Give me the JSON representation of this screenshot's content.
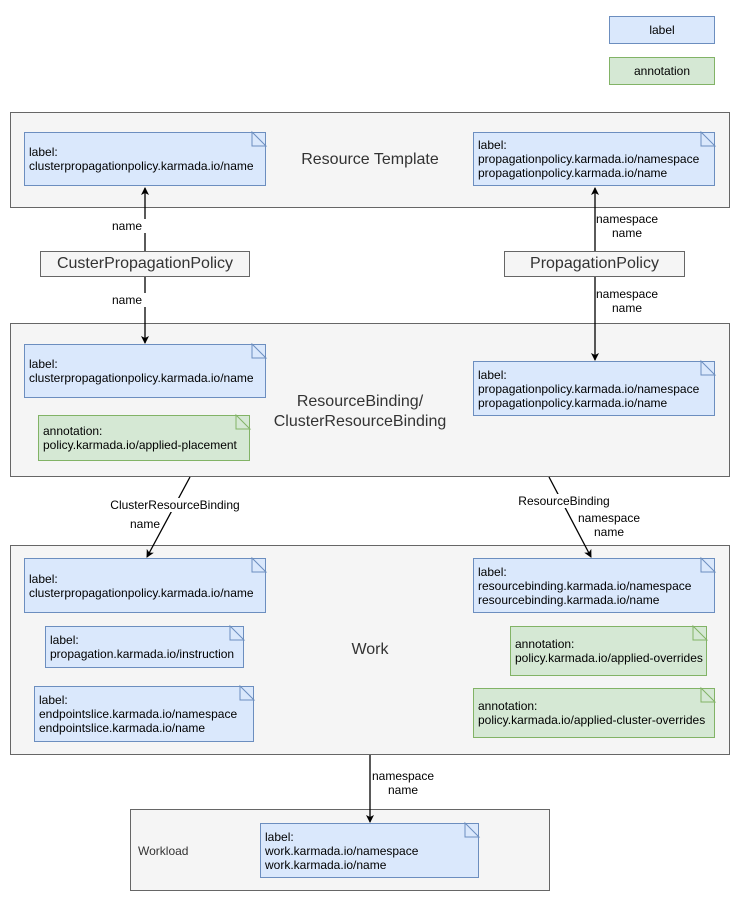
{
  "legend": {
    "label": "label",
    "annotation": "annotation"
  },
  "resource_template": {
    "title": "Resource Template",
    "left_note": {
      "line1": "label:",
      "line2": "clusterpropagationpolicy.karmada.io/name"
    },
    "right_note": {
      "line1": "label:",
      "line2": "propagationpolicy.karmada.io/namespace",
      "line3": "propagationpolicy.karmada.io/name"
    }
  },
  "policies": {
    "cluster": "CusterPropagationPolicy",
    "namespaced": "PropagationPolicy"
  },
  "edges": {
    "cpp_up": "name",
    "cpp_down": "name",
    "pp_up_1": "namespace",
    "pp_up_2": "name",
    "pp_down_1": "namespace",
    "pp_down_2": "name",
    "crb_1": "ClusterResourceBinding",
    "crb_2": "name",
    "rb_1": "ResourceBinding",
    "rb_2": "namespace",
    "rb_3": "name",
    "work_1": "namespace",
    "work_2": "name"
  },
  "resource_binding": {
    "title_1": "ResourceBinding/",
    "title_2": "ClusterResourceBinding",
    "left_label": {
      "line1": "label:",
      "line2": "clusterpropagationpolicy.karmada.io/name"
    },
    "left_annotation": {
      "line1": "annotation:",
      "line2": "policy.karmada.io/applied-placement"
    },
    "right_label": {
      "line1": "label:",
      "line2": "propagationpolicy.karmada.io/namespace",
      "line3": "propagationpolicy.karmada.io/name"
    }
  },
  "work": {
    "title": "Work",
    "note1": {
      "line1": "label:",
      "line2": "clusterpropagationpolicy.karmada.io/name"
    },
    "note2": {
      "line1": "label:",
      "line2": "propagation.karmada.io/instruction"
    },
    "note3": {
      "line1": "label:",
      "line2": "endpointslice.karmada.io/namespace",
      "line3": "endpointslice.karmada.io/name"
    },
    "note4": {
      "line1": "label:",
      "line2": "resourcebinding.karmada.io/namespace",
      "line3": "resourcebinding.karmada.io/name"
    },
    "note5": {
      "line1": "annotation:",
      "line2": "policy.karmada.io/applied-overrides"
    },
    "note6": {
      "line1": "annotation:",
      "line2": "policy.karmada.io/applied-cluster-overrides"
    }
  },
  "workload": {
    "title": "Workload",
    "note": {
      "line1": "label:",
      "line2": "work.karmada.io/namespace",
      "line3": "work.karmada.io/name"
    }
  }
}
